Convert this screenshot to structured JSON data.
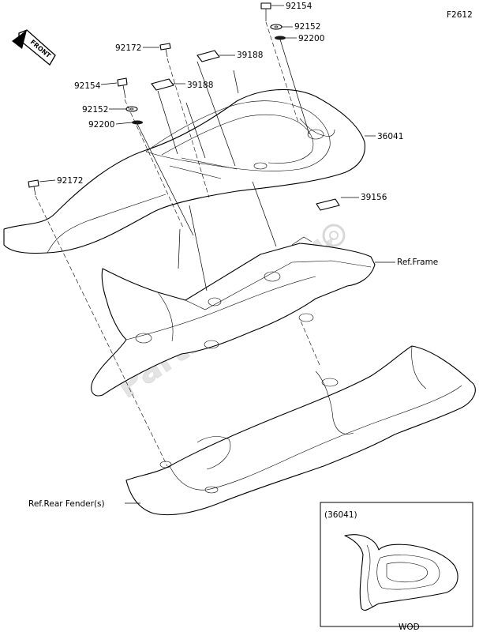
{
  "figure_code": "F2612",
  "direction_tag": "FRONT",
  "watermark": "PartsRepublik",
  "parts": {
    "bolt_top": "92154",
    "washer_top": "92152",
    "ring_top": "92200",
    "screw_upper": "92172",
    "label_a": "39188",
    "label_b": "39188",
    "bolt_left": "92154",
    "washer_left": "92152",
    "ring_left": "92200",
    "screw_left": "92172",
    "cover": "36041",
    "label_c": "39156"
  },
  "refs": {
    "frame": "Ref.Frame",
    "fender": "Ref.Rear Fender(s)"
  },
  "inset": {
    "title": "(36041)",
    "caption": "WOD"
  }
}
